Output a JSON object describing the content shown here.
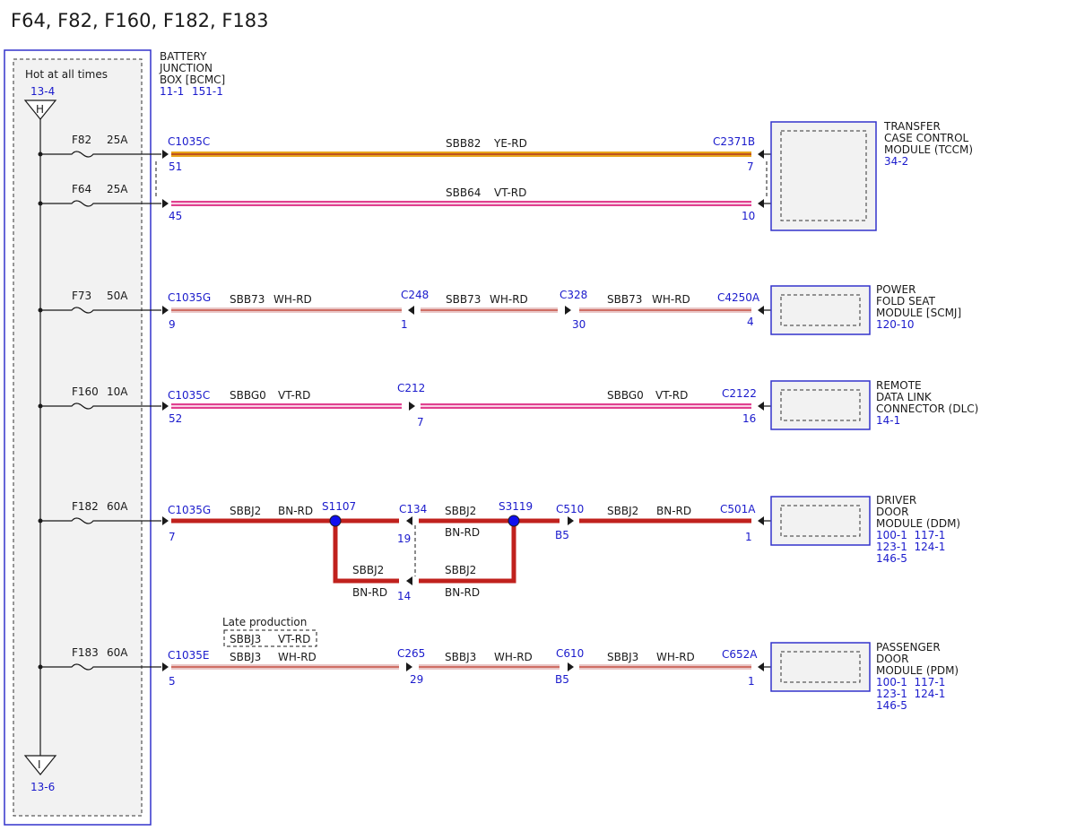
{
  "page_title": "F64, F82, F160, F182, F183",
  "fuse_box": {
    "hot_label": "Hot at all times",
    "top_ref": "13-4",
    "top_symbol": "H",
    "bottom_symbol": "I",
    "bottom_ref": "13-6",
    "name_lines": [
      "BATTERY",
      "JUNCTION",
      "BOX [BCMC]"
    ],
    "refs": [
      "11-1",
      "151-1"
    ]
  },
  "colors": {
    "frame": "#3333cc",
    "ref_text": "#1a1acc",
    "ye_rd_base": "#e8a51b",
    "ye_rd_stripe": "#b0381f",
    "vt_rd_base": "#e0408f",
    "vt_rd_stripe": "#ffffff",
    "wh_rd_base": "#e9c6c6",
    "wh_rd_stripe": "#c0392b",
    "bn_rd": "#c0211d",
    "splice": "#1010ee",
    "module_fill": "#f2f2f2"
  },
  "fuses": [
    {
      "name": "F82",
      "rating": "25A"
    },
    {
      "name": "F64",
      "rating": "25A"
    },
    {
      "name": "F73",
      "rating": "50A"
    },
    {
      "name": "F160",
      "rating": "10A"
    },
    {
      "name": "F182",
      "rating": "60A"
    },
    {
      "name": "F183",
      "rating": "60A"
    }
  ],
  "modules": [
    {
      "lines": [
        "TRANSFER",
        "CASE CONTROL",
        "MODULE (TCCM)"
      ],
      "refs": [
        "34-2"
      ]
    },
    {
      "lines": [
        "POWER",
        "FOLD SEAT",
        "MODULE [SCMJ]"
      ],
      "refs": [
        "120-10"
      ]
    },
    {
      "lines": [
        "REMOTE",
        "DATA LINK",
        "CONNECTOR (DLC)"
      ],
      "refs": [
        "14-1"
      ]
    },
    {
      "lines": [
        "DRIVER",
        "DOOR",
        "MODULE (DDM)"
      ],
      "refs": [
        "100-1  117-1",
        "123-1  124-1",
        "146-5"
      ]
    },
    {
      "lines": [
        "PASSENGER",
        "DOOR",
        "MODULE (PDM)"
      ],
      "refs": [
        "100-1  117-1",
        "123-1  124-1",
        "146-5"
      ]
    }
  ],
  "connectors": {
    "c1035c_a": "C1035C",
    "c1035c_a_pin1": "51",
    "c1035c_a_pin2": "45",
    "c2371b": "C2371B",
    "c2371b_pin1": "7",
    "c2371b_pin2": "10",
    "c1035g_a": "C1035G",
    "c1035g_a_pin": "9",
    "c248": "C248",
    "c248_pin": "1",
    "c328": "C328",
    "c328_pin": "30",
    "c4250a": "C4250A",
    "c4250a_pin": "4",
    "c1035c_b": "C1035C",
    "c1035c_b_pin": "52",
    "c212": "C212",
    "c212_pin": "7",
    "c2122": "C2122",
    "c2122_pin": "16",
    "c1035g_b": "C1035G",
    "c1035g_b_pin": "7",
    "s1107": "S1107",
    "c134": "C134",
    "c134_pin1": "19",
    "c134_pin2": "14",
    "s3119": "S3119",
    "c510": "C510",
    "c510_pin": "B5",
    "c501a": "C501A",
    "c501a_pin": "1",
    "c1035e": "C1035E",
    "c1035e_pin": "5",
    "c265": "C265",
    "c265_pin": "29",
    "c610": "C610",
    "c610_pin": "B5",
    "c652a": "C652A",
    "c652a_pin": "1"
  },
  "wires": {
    "r1_circuit": "SBB82",
    "r1_color": "YE-RD",
    "r2_circuit": "SBB64",
    "r2_color": "VT-RD",
    "r3_circuit": "SBB73",
    "r3_color": "WH-RD",
    "r4_circuit": "SBBG0",
    "r4_color": "VT-RD",
    "r5_circuit": "SBBJ2",
    "r5_color": "BN-RD",
    "r6_circuit": "SBBJ3",
    "r6_color": "WH-RD",
    "late_production_label": "Late production",
    "late_production_circuit": "SBBJ3",
    "late_production_color": "VT-RD"
  }
}
